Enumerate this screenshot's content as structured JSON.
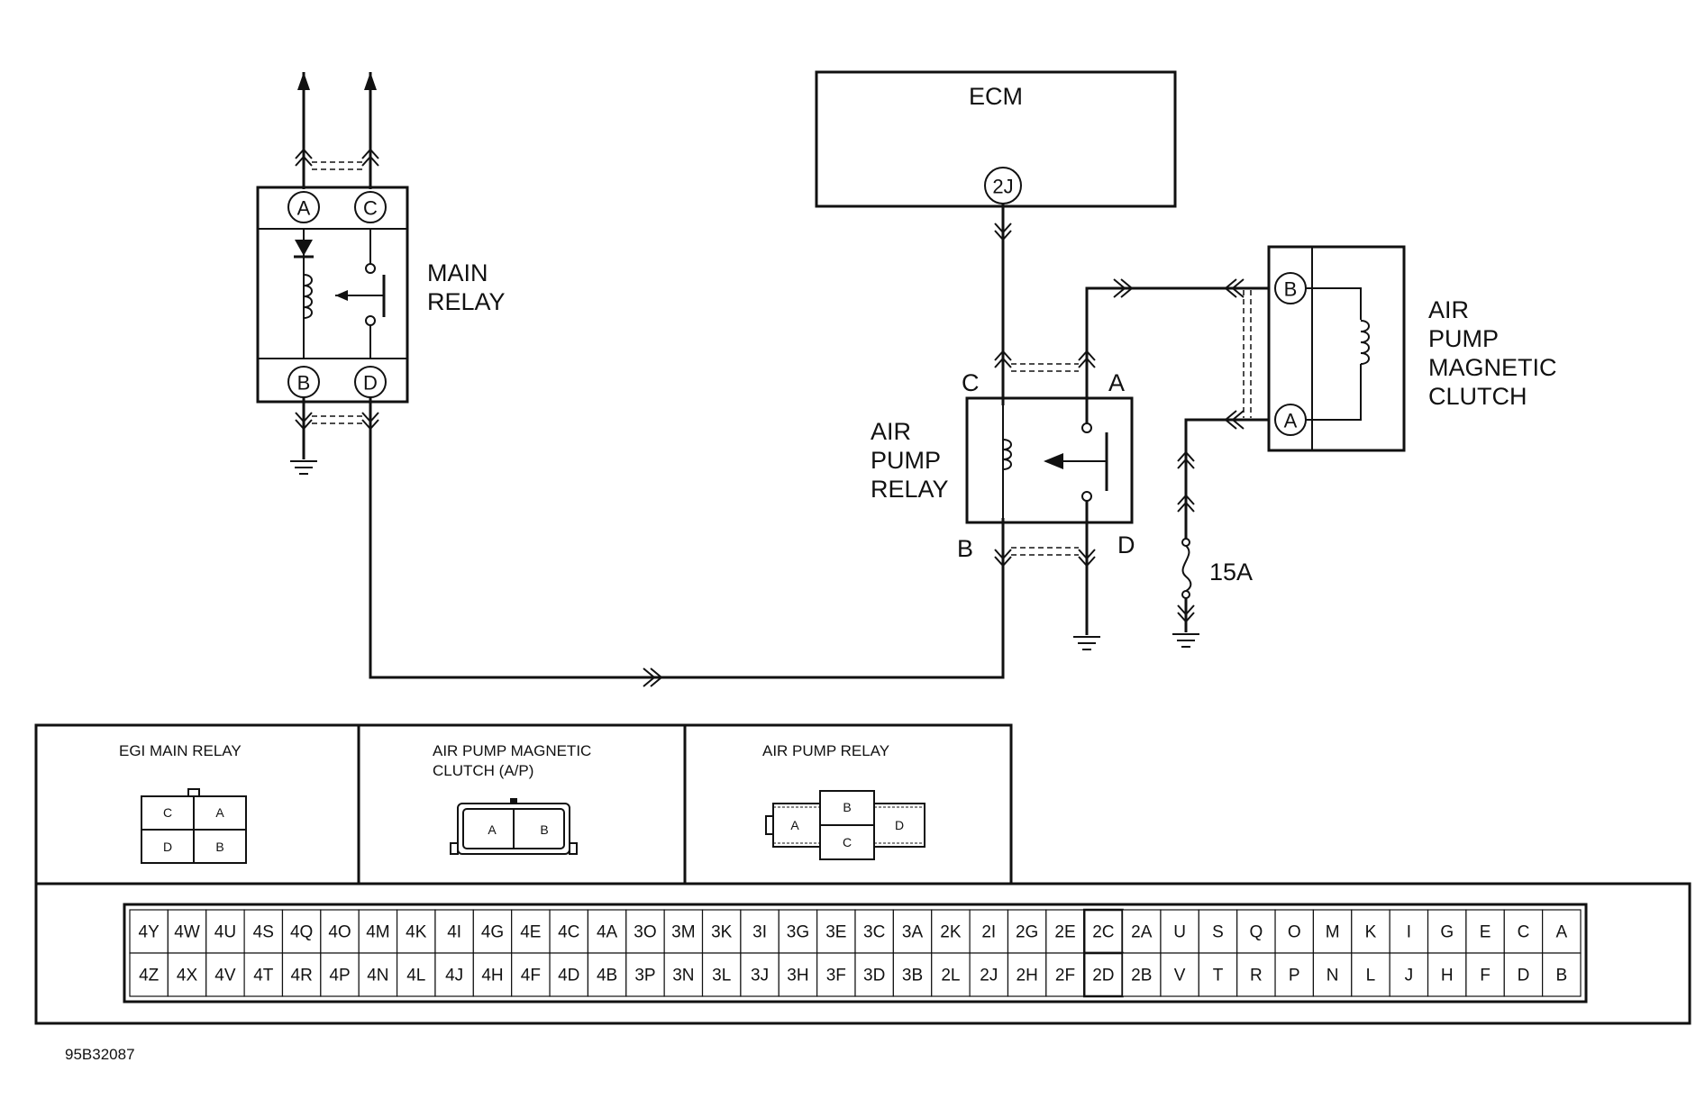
{
  "diagram_id": "95B32087",
  "main_relay": {
    "label_line1": "MAIN",
    "label_line2": "RELAY",
    "pins": [
      "A",
      "C",
      "B",
      "D"
    ]
  },
  "ecm": {
    "label": "ECM",
    "pin": "2J"
  },
  "air_pump_relay": {
    "label_line1": "AIR",
    "label_line2": "PUMP",
    "label_line3": "RELAY",
    "pins": [
      "C",
      "A",
      "B",
      "D"
    ]
  },
  "magnetic_clutch": {
    "label_line1": "AIR",
    "label_line2": "PUMP",
    "label_line3": "MAGNETIC",
    "label_line4": "CLUTCH",
    "pins": [
      "B",
      "A"
    ]
  },
  "fuse": {
    "rating": "15A"
  },
  "connectors": {
    "egi_main_relay": {
      "title": "EGI MAIN RELAY",
      "pins": [
        "C",
        "A",
        "D",
        "B"
      ]
    },
    "air_pump_magnetic_clutch": {
      "title_line1": "AIR PUMP MAGNETIC",
      "title_line2": "CLUTCH (A/P)",
      "pins": [
        "A",
        "B"
      ]
    },
    "air_pump_relay": {
      "title": "AIR PUMP RELAY",
      "pins": [
        "A",
        "B",
        "C",
        "D"
      ]
    }
  },
  "ecm_connector": {
    "top_row": [
      "4Y",
      "4W",
      "4U",
      "4S",
      "4Q",
      "4O",
      "4M",
      "4K",
      "4I",
      "4G",
      "4E",
      "4C",
      "4A",
      "3O",
      "3M",
      "3K",
      "3I",
      "3G",
      "3E",
      "3C",
      "3A",
      "2K",
      "2I",
      "2G",
      "2E",
      "2C",
      "2A",
      "U",
      "S",
      "Q",
      "O",
      "M",
      "K",
      "I",
      "G",
      "E",
      "C",
      "A"
    ],
    "bottom_row": [
      "4Z",
      "4X",
      "4V",
      "4T",
      "4R",
      "4P",
      "4N",
      "4L",
      "4J",
      "4H",
      "4F",
      "4D",
      "4B",
      "3P",
      "3N",
      "3L",
      "3J",
      "3H",
      "3F",
      "3D",
      "3B",
      "2L",
      "2J",
      "2H",
      "2F",
      "2D",
      "2B",
      "V",
      "T",
      "R",
      "P",
      "N",
      "L",
      "J",
      "H",
      "F",
      "D",
      "B"
    ],
    "highlighted": [
      "2C",
      "2D"
    ]
  }
}
